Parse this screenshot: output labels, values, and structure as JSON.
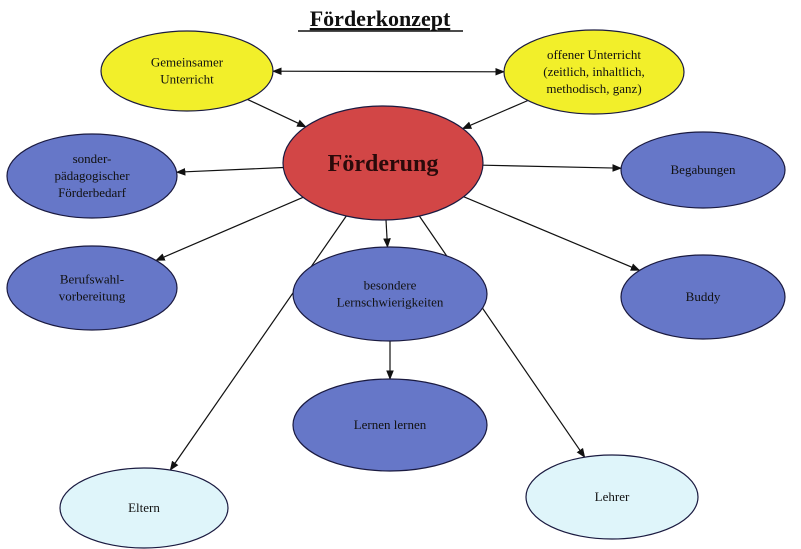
{
  "title": "Förderkonzept",
  "colors": {
    "yellow": "#f2ef2a",
    "red": "#d24646",
    "blue": "#6677c8",
    "lightblue": "#dff5fa",
    "stroke": "#1a1a40"
  },
  "nodes": [
    {
      "id": "gemeinsamer",
      "color": "yellow",
      "lines": [
        "Gemeinsamer",
        "Unterricht"
      ]
    },
    {
      "id": "offener",
      "color": "yellow",
      "lines": [
        "offener Unterricht",
        "(zeitlich, inhaltlich,",
        "methodisch, ganz)"
      ]
    },
    {
      "id": "foerderung",
      "color": "red",
      "lines": [
        "Förderung"
      ]
    },
    {
      "id": "sonder",
      "color": "blue",
      "lines": [
        "sonder-",
        "pädagogischer",
        "Förderbedarf"
      ]
    },
    {
      "id": "begabungen",
      "color": "blue",
      "lines": [
        "Begabungen"
      ]
    },
    {
      "id": "berufswahl",
      "color": "blue",
      "lines": [
        "Berufswahl-",
        "vorbereitung"
      ]
    },
    {
      "id": "besondere",
      "color": "blue",
      "lines": [
        "besondere",
        "Lernschwierigkeiten"
      ]
    },
    {
      "id": "buddy",
      "color": "blue",
      "lines": [
        "Buddy"
      ]
    },
    {
      "id": "lernen",
      "color": "blue",
      "lines": [
        "Lernen lernen"
      ]
    },
    {
      "id": "eltern",
      "color": "lightblue",
      "lines": [
        "Eltern"
      ]
    },
    {
      "id": "lehrer",
      "color": "lightblue",
      "lines": [
        "Lehrer"
      ]
    }
  ],
  "edges": [
    {
      "from": "gemeinsamer",
      "to": "offener",
      "bidirectional": true
    },
    {
      "from": "gemeinsamer",
      "to": "foerderung"
    },
    {
      "from": "offener",
      "to": "foerderung"
    },
    {
      "from": "foerderung",
      "to": "sonder"
    },
    {
      "from": "foerderung",
      "to": "begabungen"
    },
    {
      "from": "foerderung",
      "to": "berufswahl"
    },
    {
      "from": "foerderung",
      "to": "besondere"
    },
    {
      "from": "foerderung",
      "to": "buddy"
    },
    {
      "from": "foerderung",
      "to": "eltern"
    },
    {
      "from": "foerderung",
      "to": "lehrer"
    },
    {
      "from": "besondere",
      "to": "lernen"
    }
  ]
}
